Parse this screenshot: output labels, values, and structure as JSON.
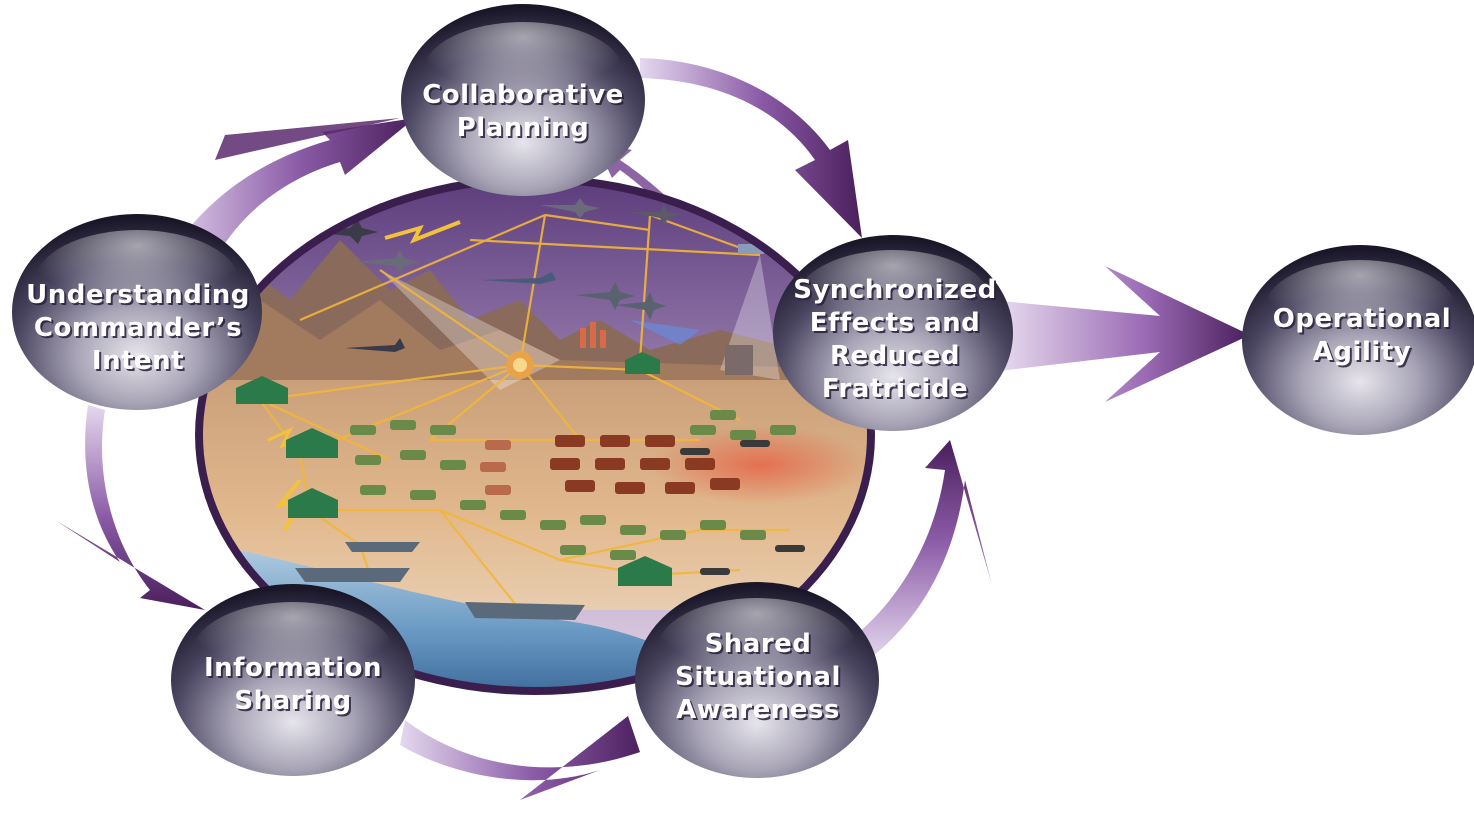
{
  "nodes": {
    "collaborative_planning": {
      "lines": [
        "Collaborative",
        "Planning"
      ]
    },
    "understanding_intent": {
      "lines": [
        "Understanding",
        "Commander’s",
        "Intent"
      ]
    },
    "synchronized_effects": {
      "lines": [
        "Synchronized",
        "Effects and",
        "Reduced",
        "Fratricide"
      ]
    },
    "information_sharing": {
      "lines": [
        "Information",
        "Sharing"
      ]
    },
    "shared_awareness": {
      "lines": [
        "Shared",
        "Situational",
        "Awareness"
      ]
    },
    "operational_agility": {
      "lines": [
        "Operational",
        "Agility"
      ]
    }
  },
  "colors": {
    "arrow_dark": "#4a1f5c",
    "arrow_light": "#d8c6e6",
    "node_dark": "#1e1a2c",
    "node_light": "#d4d2dc",
    "scene_sky": "#7a5a96",
    "scene_sand": "#d9a77a",
    "scene_water": "#5a8cb4",
    "link_yellow": "#f2b63a"
  }
}
